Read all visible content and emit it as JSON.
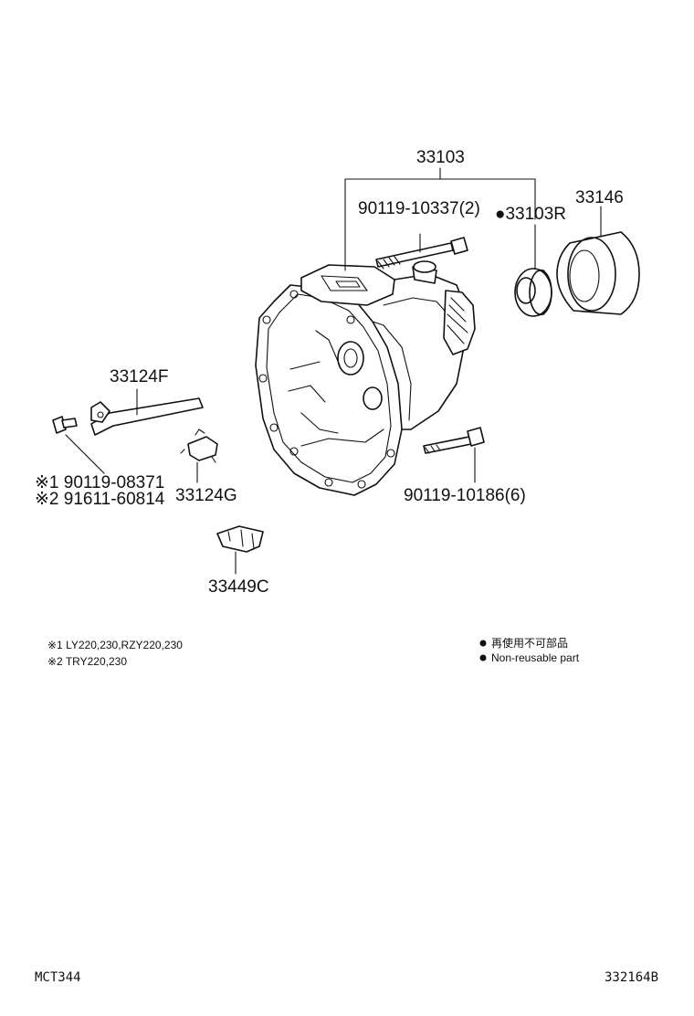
{
  "diagram": {
    "parts": {
      "case_assembly": "33103",
      "bolt_upper": "90119-10337(2)",
      "oil_seal": "●33103R",
      "dust_cover": "33146",
      "lever": "33124F",
      "clip": "33124G",
      "bracket": "33449C",
      "bolt_lower": "90119-10186(6)",
      "bolt_alt1": "※1 90119-08371",
      "bolt_alt2": "※2 91611-60814"
    },
    "notes": {
      "note1": "※1 LY220,230,RZY220,230",
      "note2": "※2 TRY220,230",
      "legend_jp": "再使用不可部品",
      "legend_en": "Non-reusable part"
    },
    "codes": {
      "left": "MCT344",
      "right": "332164B"
    }
  }
}
